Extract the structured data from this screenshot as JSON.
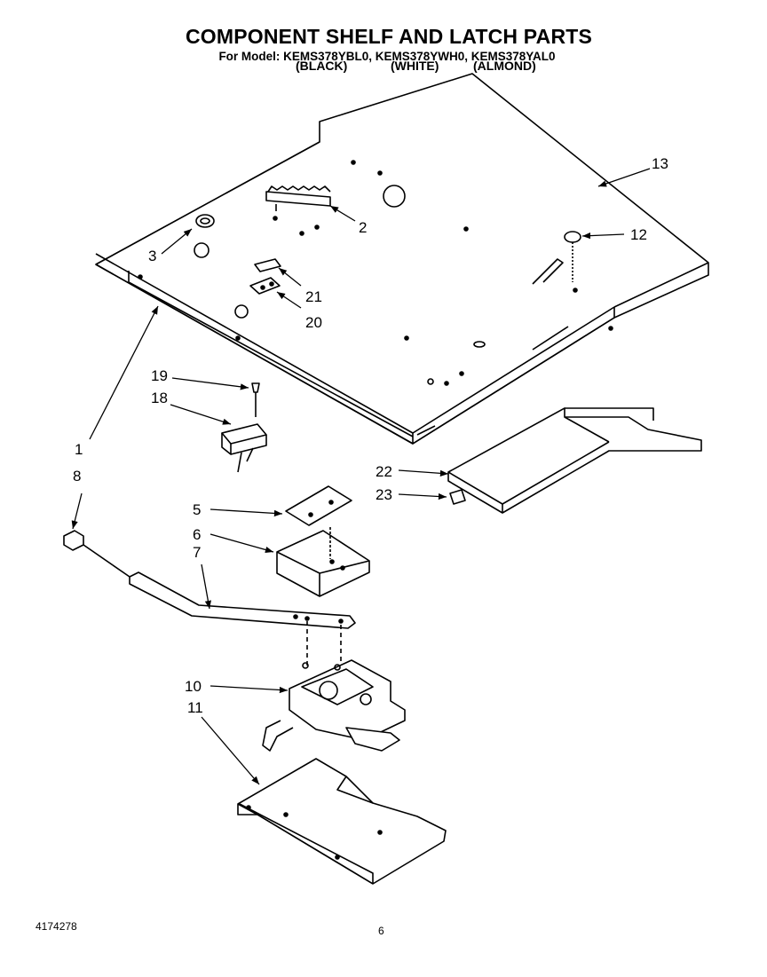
{
  "header": {
    "title": "COMPONENT SHELF AND LATCH PARTS",
    "models_line": "For Model: KEMS378YBL0,  KEMS378YWH0,  KEMS378YAL0",
    "colors": [
      "(BLACK)",
      "(WHITE)",
      "(ALMOND)"
    ]
  },
  "callouts": {
    "c1": "1",
    "c2": "2",
    "c3": "3",
    "c5": "5",
    "c6": "6",
    "c7": "7",
    "c8": "8",
    "c10": "10",
    "c11": "11",
    "c12": "12",
    "c13": "13",
    "c18": "18",
    "c19": "19",
    "c20": "20",
    "c21": "21",
    "c22": "22",
    "c23": "23"
  },
  "footer": {
    "doc_number": "4174278",
    "page_number": "6"
  }
}
